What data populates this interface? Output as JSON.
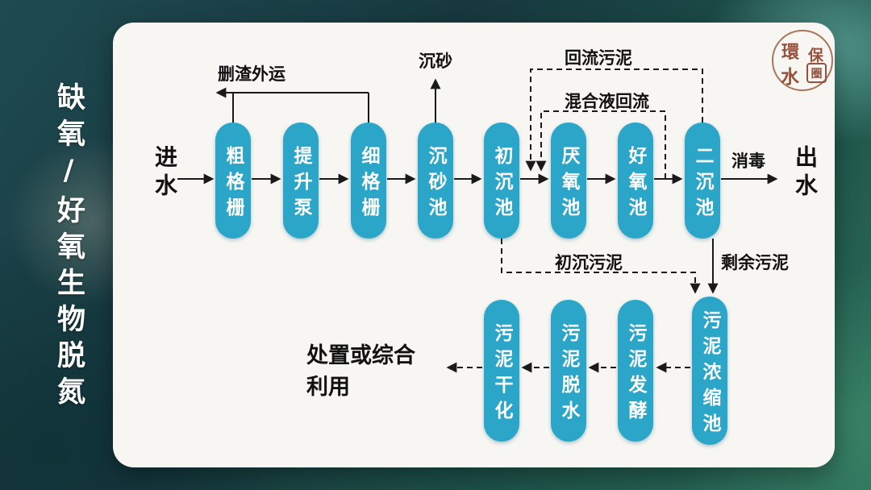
{
  "title": {
    "vertical_text": "缺氧/好氧生物脱氮"
  },
  "stamp": {
    "chars": [
      "環",
      "保",
      "水",
      "圈"
    ]
  },
  "flow": {
    "influent": "进水",
    "effluent": "出水",
    "disinfection_label": "消毒",
    "stages": [
      "粗格栅",
      "提升泵",
      "细格栅",
      "沉砂池",
      "初沉池",
      "厌氧池",
      "好氧池",
      "二沉池"
    ],
    "labels": {
      "screenings_out": "删渣外运",
      "grit": "沉砂",
      "return_sludge": "回流污泥",
      "mixed_liquor_return": "混合液回流",
      "primary_sludge": "初沉污泥",
      "excess_sludge": "剩余污泥"
    },
    "sludge_stages": [
      "污泥浓缩池",
      "污泥发酵",
      "污泥脱水",
      "污泥干化"
    ],
    "disposal_lines": [
      "处置或综合",
      "利用"
    ]
  },
  "colors": {
    "tank_fill": "#2BA6C9",
    "line_ink": "#1A1A1A",
    "stamp_red": "#96503C",
    "panel_bg": "#F7F6F3"
  }
}
